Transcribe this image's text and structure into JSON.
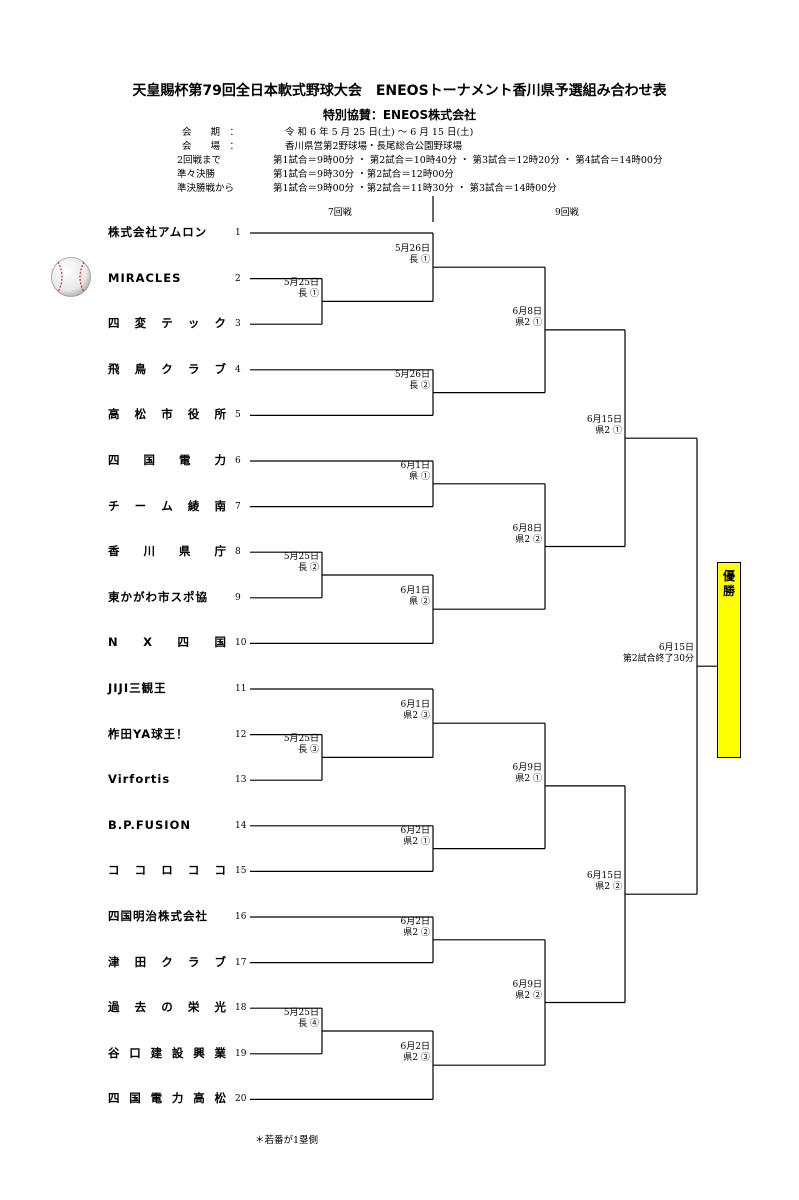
{
  "title": "天皇賜杯第79回全日本軟式野球大会　ENEOSトーナメント香川県予選組み合わせ表",
  "sponsor": "特別協賛：ENEOS株式会社",
  "info": {
    "period_label": "会　　期　：",
    "period_value": "令 和 6 年 5 月 25 日(土) ～ 6 月 15 日(土)",
    "venue_label": "会　　場　：",
    "venue_value": "香川県営第2野球場・長尾総合公園野球場",
    "r2_label": "2回戦まで",
    "r2_value": "第1試合＝9時00分 ・ 第2試合＝10時40分 ・ 第3試合＝12時20分 ・ 第4試合＝14時00分",
    "qf_label": "準々決勝",
    "qf_value": "第1試合＝9時30分 ・第2試合＝12時00分",
    "sf_label": "準決勝戦から",
    "sf_value": "第1試合＝9時00分 ・第2試合＝11時30分 ・ 第3試合＝14時00分"
  },
  "round_labels": [
    "7回戦",
    "9回戦"
  ],
  "teams": [
    {
      "name": "株式会社アムロン",
      "num": "1"
    },
    {
      "name": "MIRACLES",
      "num": "2"
    },
    {
      "name": "四変テック",
      "num": "3"
    },
    {
      "name": "飛鳥クラブ",
      "num": "4"
    },
    {
      "name": "高松市役所",
      "num": "5"
    },
    {
      "name": "四国電力",
      "num": "6"
    },
    {
      "name": "チーム綾南",
      "num": "7"
    },
    {
      "name": "香川県庁",
      "num": "8"
    },
    {
      "name": "東かがわ市スポ協",
      "num": "9"
    },
    {
      "name": "NX四国",
      "num": "10"
    },
    {
      "name": "JIJI三観王",
      "num": "11"
    },
    {
      "name": "柞田YA球王！",
      "num": "12"
    },
    {
      "name": "Virfortis",
      "num": "13"
    },
    {
      "name": "B.P.FUSION",
      "num": "14"
    },
    {
      "name": "ココロココ",
      "num": "15"
    },
    {
      "name": "四国明治株式会社",
      "num": "16"
    },
    {
      "name": "津田クラブ",
      "num": "17"
    },
    {
      "name": "過去の栄光",
      "num": "18"
    },
    {
      "name": "谷口建設興業",
      "num": "19"
    },
    {
      "name": "四国電力高松",
      "num": "20"
    }
  ],
  "matches": {
    "r1_2_3": {
      "date": "5月25日",
      "venue": "長 ①"
    },
    "r1_8_9": {
      "date": "5月25日",
      "venue": "長 ②"
    },
    "r1_12_13": {
      "date": "5月25日",
      "venue": "長 ③"
    },
    "r1_18_19": {
      "date": "5月25日",
      "venue": "長 ④"
    },
    "r2_1": {
      "date": "5月26日",
      "venue": "長 ①"
    },
    "r2_4_5": {
      "date": "5月26日",
      "venue": "長 ②"
    },
    "r2_6_7": {
      "date": "6月1日",
      "venue": "県 ①"
    },
    "r2_10": {
      "date": "6月1日",
      "venue": "県 ②"
    },
    "r2_11": {
      "date": "6月1日",
      "venue": "県2 ③"
    },
    "r2_14_15": {
      "date": "6月2日",
      "venue": "県2 ①"
    },
    "r2_16_17": {
      "date": "6月2日",
      "venue": "県2 ②"
    },
    "r2_20": {
      "date": "6月2日",
      "venue": "県2 ③"
    },
    "qf1": {
      "date": "6月8日",
      "venue": "県2 ①"
    },
    "qf2": {
      "date": "6月8日",
      "venue": "県2 ②"
    },
    "qf3": {
      "date": "6月9日",
      "venue": "県2 ①"
    },
    "qf4": {
      "date": "6月9日",
      "venue": "県2 ②"
    },
    "sf1": {
      "date": "6月15日",
      "venue": "県2 ①"
    },
    "sf2": {
      "date": "6月15日",
      "venue": "県2 ②"
    },
    "final": {
      "date": "6月15日",
      "venue": "第2試合終了30分"
    }
  },
  "winner_label": "優勝",
  "note": "＊若番が1塁側"
}
